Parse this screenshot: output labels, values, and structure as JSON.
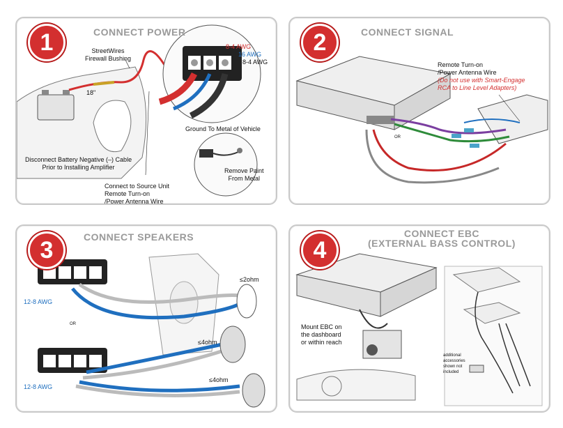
{
  "panels": [
    {
      "number": "1",
      "title": "CONNECT POWER",
      "labels": {
        "bushing": "StreetWires\nFirewall Bushing",
        "length": "18\"",
        "awg_red": "8-4 AWG",
        "awg_blue": "16 AWG",
        "awg_black": "8-4 AWG",
        "ground": "Ground To Metal of Vehicle",
        "disconnect": "Disconnect Battery Negative (–) Cable\nPrior to Installing Amplifier",
        "source": "Connect to Source Unit\nRemote Turn-on\n/Power Antenna Wire",
        "paint": "Remove Paint\nFrom Metal"
      }
    },
    {
      "number": "2",
      "title": "CONNECT SIGNAL",
      "labels": {
        "remote": "Remote Turn-on\n/Power Antenna Wire",
        "note": "(Do not use with Smart-Engage\nRCA to Line Level Adapters)",
        "or": "OR"
      }
    },
    {
      "number": "3",
      "title": "CONNECT SPEAKERS",
      "labels": {
        "awg_top": "12-8 AWG",
        "awg_bottom": "12-8 AWG",
        "ohm_top": "≤2ohm",
        "ohm_mid": "≤4ohm",
        "ohm_bottom": "≤4ohm",
        "or": "OR"
      }
    },
    {
      "number": "4",
      "title": "CONNECT EBC\n(EXTERNAL BASS CONTROL)",
      "labels": {
        "mount": "Mount EBC on\nthe dashboard\nor within reach",
        "accessories": "additional\naccessories\nshown not\nincluded"
      }
    }
  ],
  "colors": {
    "badge": "#d32f2f",
    "title": "#9a9a9a",
    "wire_red": "#d32f2f",
    "wire_blue": "#1f6fbf"
  }
}
